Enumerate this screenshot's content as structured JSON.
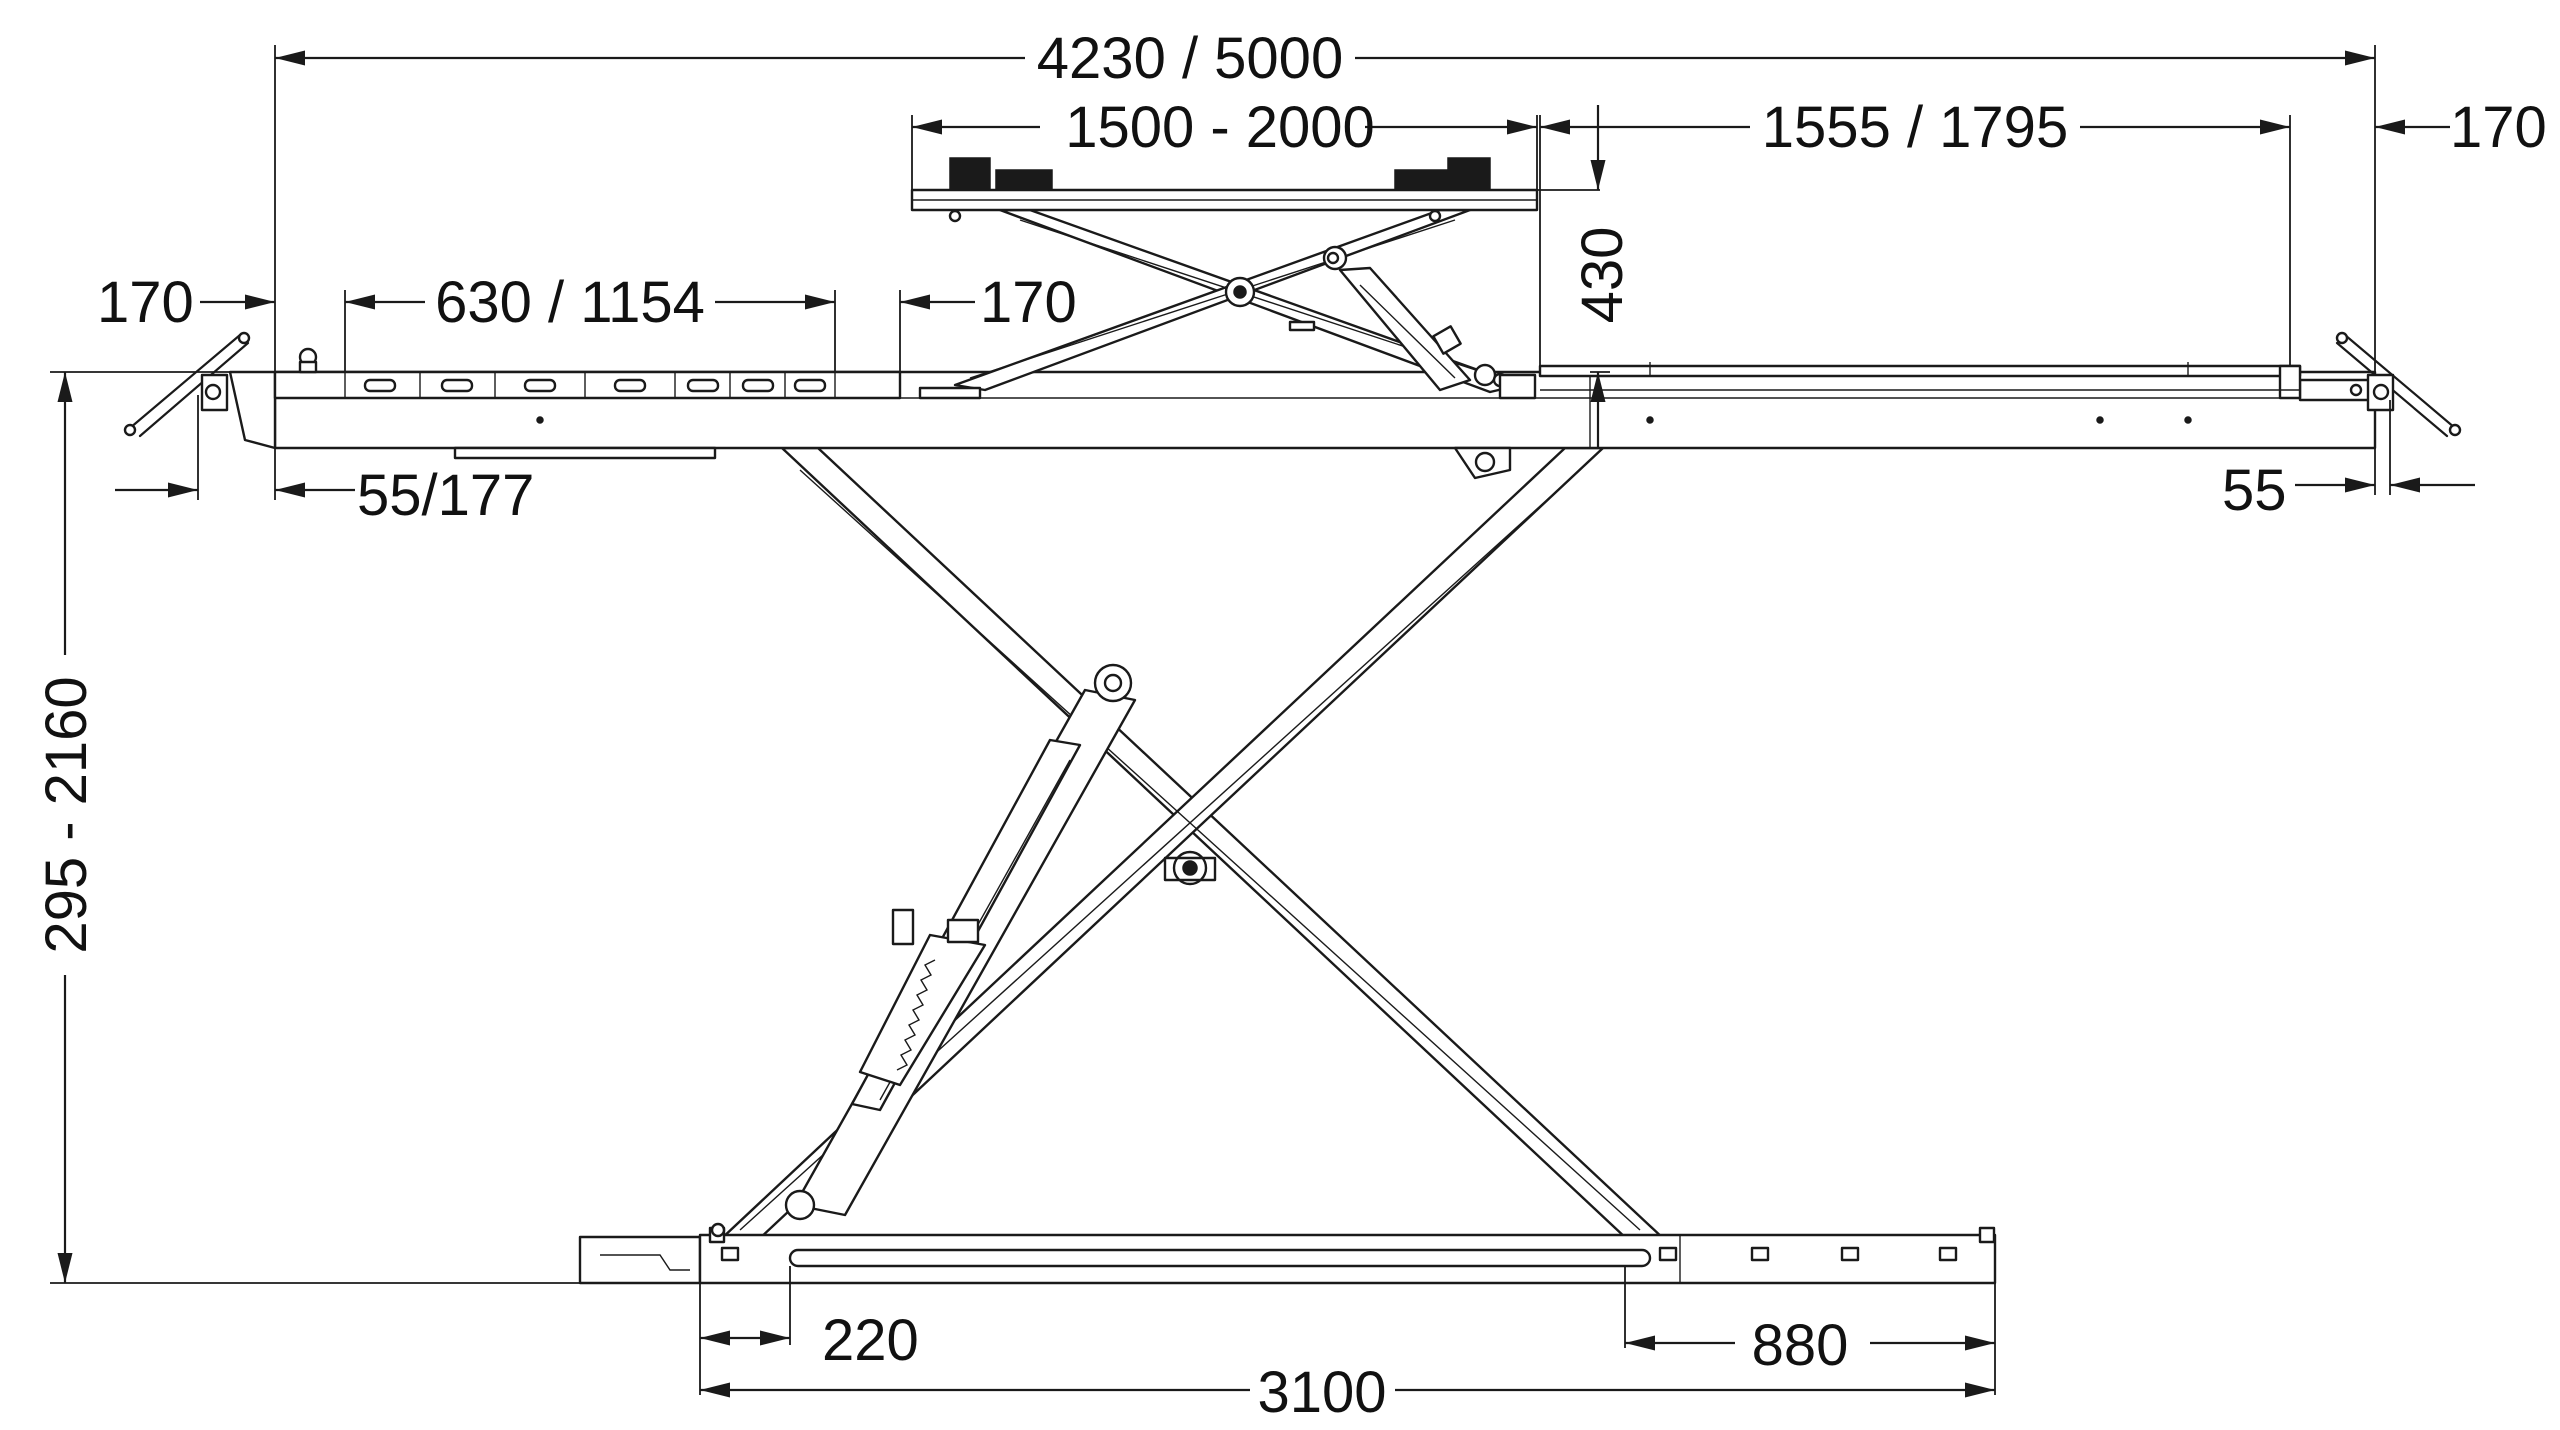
{
  "dimensions": {
    "overall_length": "4230 / 5000",
    "platform_width": "1500 - 2000",
    "extension_length": "1555 / 1795",
    "right_overhang": "170",
    "left_overhang": "170",
    "slot_range": "630 / 1154",
    "inner_offset": "170",
    "platform_height": "430",
    "left_end_offset": "55/177",
    "right_end_offset": "55",
    "lift_height": "295 - 2160",
    "base_front": "220",
    "base_rear": "880",
    "base_length": "3100"
  },
  "colors": {
    "line": "#1a1a1a",
    "background": "#ffffff"
  }
}
